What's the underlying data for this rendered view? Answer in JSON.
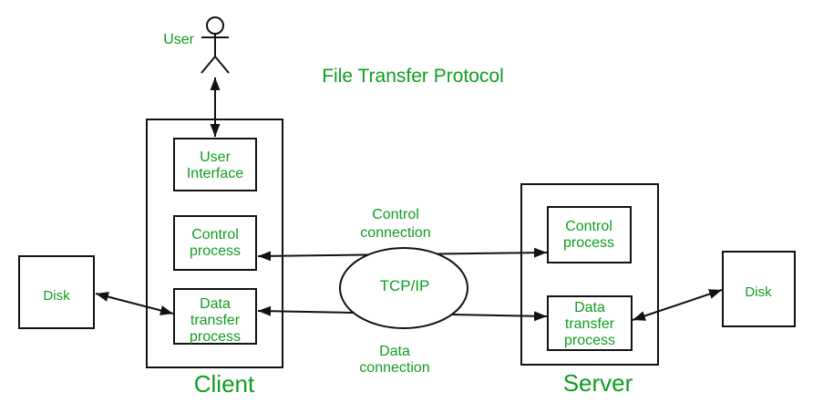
{
  "colors": {
    "label_green": "#0f9d20",
    "line_black": "#121212"
  },
  "title": "File Transfer Protocol",
  "user": {
    "label": "User"
  },
  "client": {
    "label": "Client",
    "ui_box": {
      "line1": "User",
      "line2": "Interface"
    },
    "control_box": {
      "line1": "Control",
      "line2": "process"
    },
    "data_box": {
      "line1": "Data",
      "line2": "transfer",
      "line3": "process"
    },
    "disk": {
      "label": "Disk"
    }
  },
  "server": {
    "label": "Server",
    "control_box": {
      "line1": "Control",
      "line2": "process"
    },
    "data_box": {
      "line1": "Data",
      "line2": "transfer",
      "line3": "process"
    },
    "disk": {
      "label": "Disk"
    }
  },
  "network": {
    "label": "TCP/IP",
    "control_connection": {
      "line1": "Control",
      "line2": "connection"
    },
    "data_connection": {
      "line1": "Data",
      "line2": "connection"
    }
  }
}
